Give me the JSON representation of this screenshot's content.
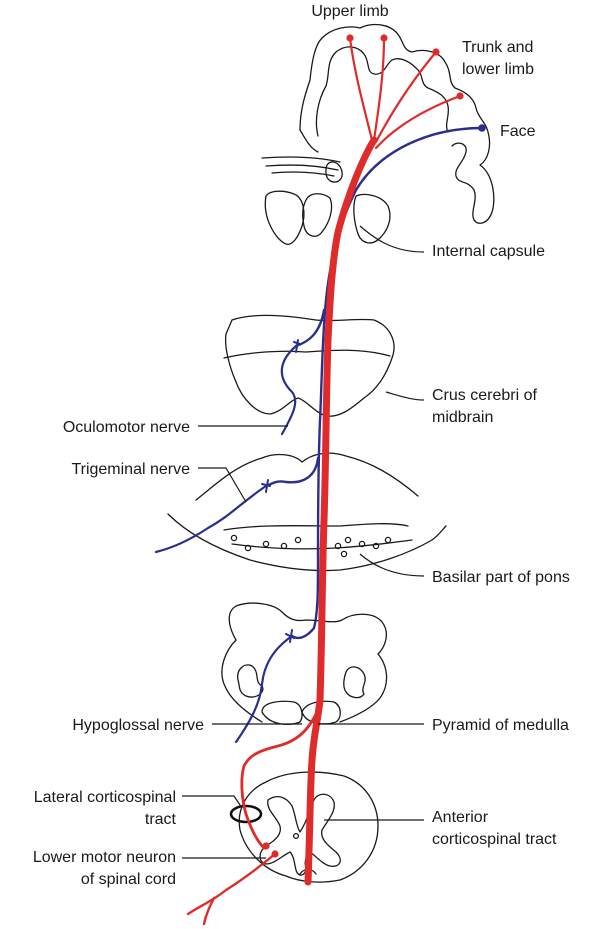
{
  "labels": {
    "upper_limb": "Upper limb",
    "trunk_line1": "Trunk and",
    "trunk_line2": "lower limb",
    "face": "Face",
    "internal_capsule": "Internal capsule",
    "crus_line1": "Crus cerebri of",
    "crus_line2": "midbrain",
    "oculomotor": "Oculomotor nerve",
    "trigeminal": "Trigeminal nerve",
    "basilar": "Basilar part of pons",
    "hypoglossal": "Hypoglossal nerve",
    "pyramid": "Pyramid of medulla",
    "lateral_line1": "Lateral corticospinal",
    "lateral_line2": "tract",
    "anterior_line1": "Anterior",
    "anterior_line2": "corticospinal tract",
    "lmn_line1": "Lower motor neuron",
    "lmn_line2": "of spinal cord"
  },
  "colors": {
    "corticospinal_red": "#e02b2b",
    "corticonuclear_blue": "#2a2f8f",
    "outline": "#1a1a1a"
  }
}
